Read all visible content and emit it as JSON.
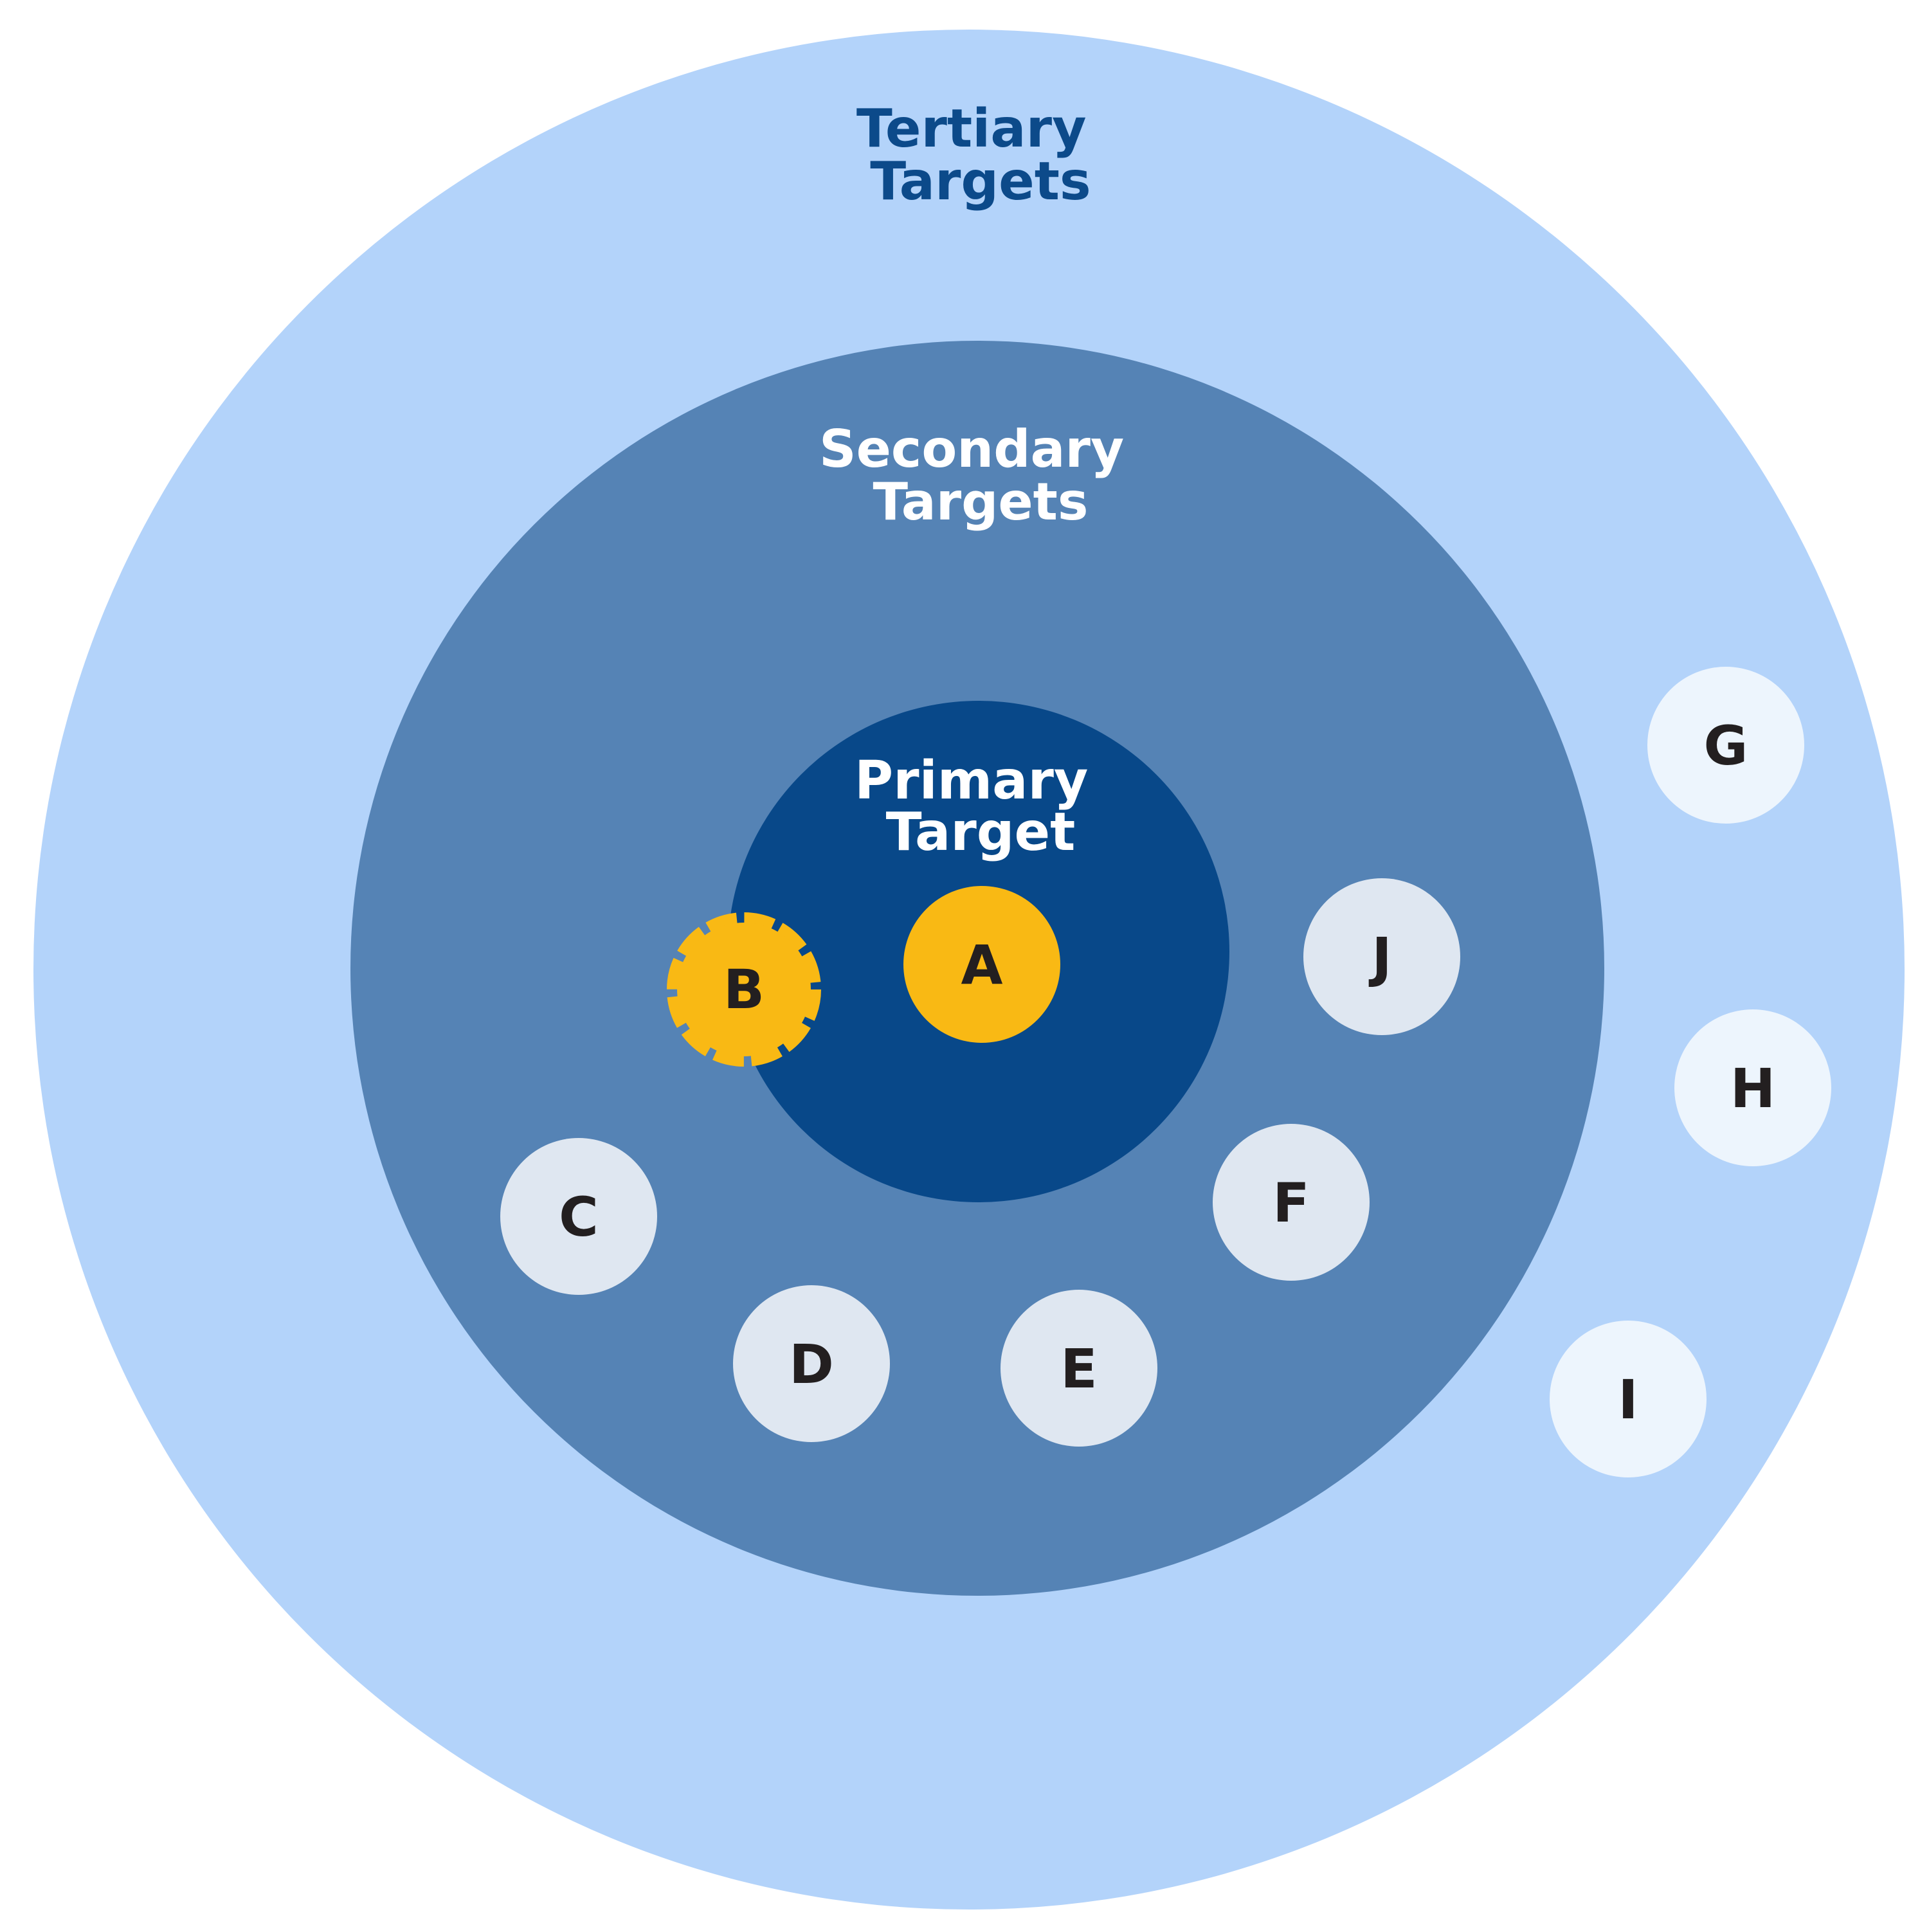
{
  "rings": {
    "tertiary": {
      "label_line1": "Tertiary",
      "label_line2": "Targets"
    },
    "secondary": {
      "label_line1": "Secondary",
      "label_line2": "Targets"
    },
    "primary": {
      "label_line1": "Primary",
      "label_line2": "Target"
    }
  },
  "nodes": {
    "a": {
      "label": "A"
    },
    "b": {
      "label": "B"
    },
    "c": {
      "label": "C"
    },
    "d": {
      "label": "D"
    },
    "e": {
      "label": "E"
    },
    "f": {
      "label": "F"
    },
    "g": {
      "label": "G"
    },
    "h": {
      "label": "H"
    },
    "i": {
      "label": "I"
    },
    "j": {
      "label": "J"
    }
  },
  "colors": {
    "tertiary_ring": "#b3d3fa",
    "secondary_ring": "#5583b5",
    "primary_ring": "#084889",
    "tertiary_text": "#0c4a8a",
    "ring_text": "#ffffff",
    "highlight": "#f9b914",
    "secondary_node": "#dfe7f1",
    "tertiary_node": "#edf5fd",
    "node_text": "#231f20"
  }
}
